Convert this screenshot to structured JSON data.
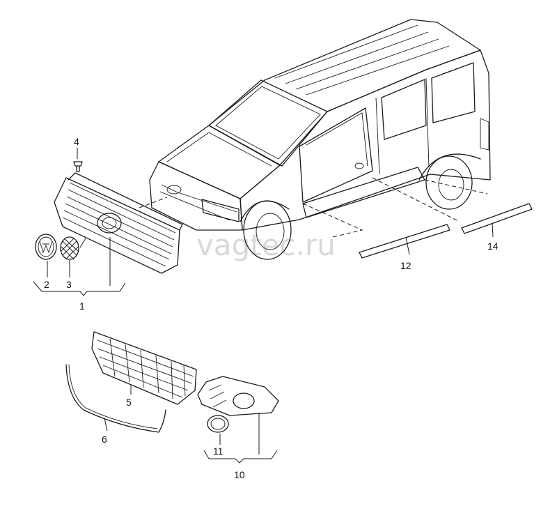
{
  "watermark": "vagtec.ru",
  "callouts": {
    "c1": "1",
    "c2": "2",
    "c3": "3",
    "c4": "4",
    "c5": "5",
    "c6": "6",
    "c10": "10",
    "c11": "11",
    "c12": "12",
    "c14": "14"
  },
  "icons": {
    "emblem": "vw-emblem-icon",
    "mesh": "mesh-grille-insert-icon",
    "clip": "clip-fastener-icon"
  },
  "colors": {
    "ink": "#1a1a1a",
    "watermark": "#d9d9d9",
    "background": "#ffffff"
  }
}
